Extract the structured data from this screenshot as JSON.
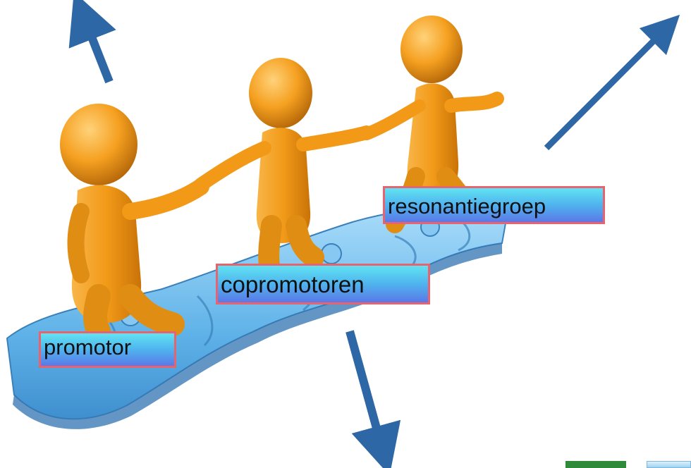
{
  "labels": {
    "promotor": "promotor",
    "copromotoren": "copromotoren",
    "resonantiegroep": "resonantiegroep"
  },
  "colors": {
    "arrow": "#2e67a6",
    "figure": "#f39c1e",
    "puzzle": "#67b8ea",
    "label_border": "#e8636d"
  }
}
